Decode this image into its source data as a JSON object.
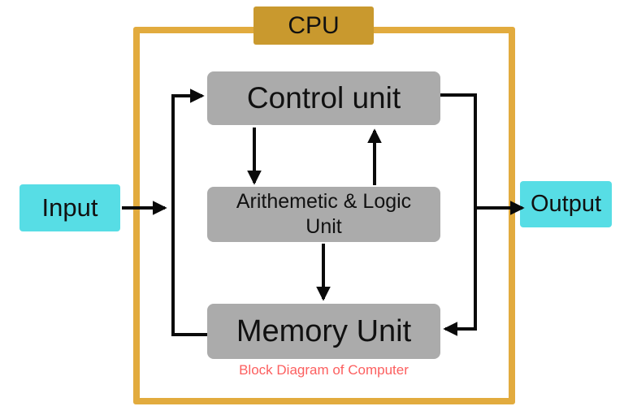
{
  "diagram": {
    "caption": "Block Diagram of Computer",
    "blocks": {
      "cpu": {
        "label": "CPU"
      },
      "control": {
        "label": "Control unit"
      },
      "alu": {
        "line1": "Arithemetic & Logic",
        "line2": "Unit"
      },
      "memory": {
        "label": "Memory Unit"
      },
      "input": {
        "label": "Input"
      },
      "output": {
        "label": "Output"
      }
    },
    "connections": [
      {
        "from": "Input",
        "to": "CPU internal bus",
        "arrow": "right"
      },
      {
        "from": "Memory Unit",
        "to": "Control unit",
        "arrow": "left-rail up"
      },
      {
        "from": "Control unit",
        "to": "Arithemetic & Logic Unit",
        "arrow": "down"
      },
      {
        "from": "Arithemetic & Logic Unit",
        "to": "Control unit",
        "arrow": "up"
      },
      {
        "from": "Arithemetic & Logic Unit",
        "to": "Memory Unit",
        "arrow": "down"
      },
      {
        "from": "Control unit",
        "to": "Memory Unit",
        "arrow": "right-rail down"
      },
      {
        "from": "CPU internal bus",
        "to": "Output",
        "arrow": "right"
      }
    ],
    "colors": {
      "frame_gold": "#E2AB3E",
      "cpu_fill": "#C9992E",
      "unit_fill": "#ABABAB",
      "io_fill": "#57DDE5",
      "caption_red": "#FC5F5F",
      "arrow_black": "#0A0A0A"
    }
  }
}
